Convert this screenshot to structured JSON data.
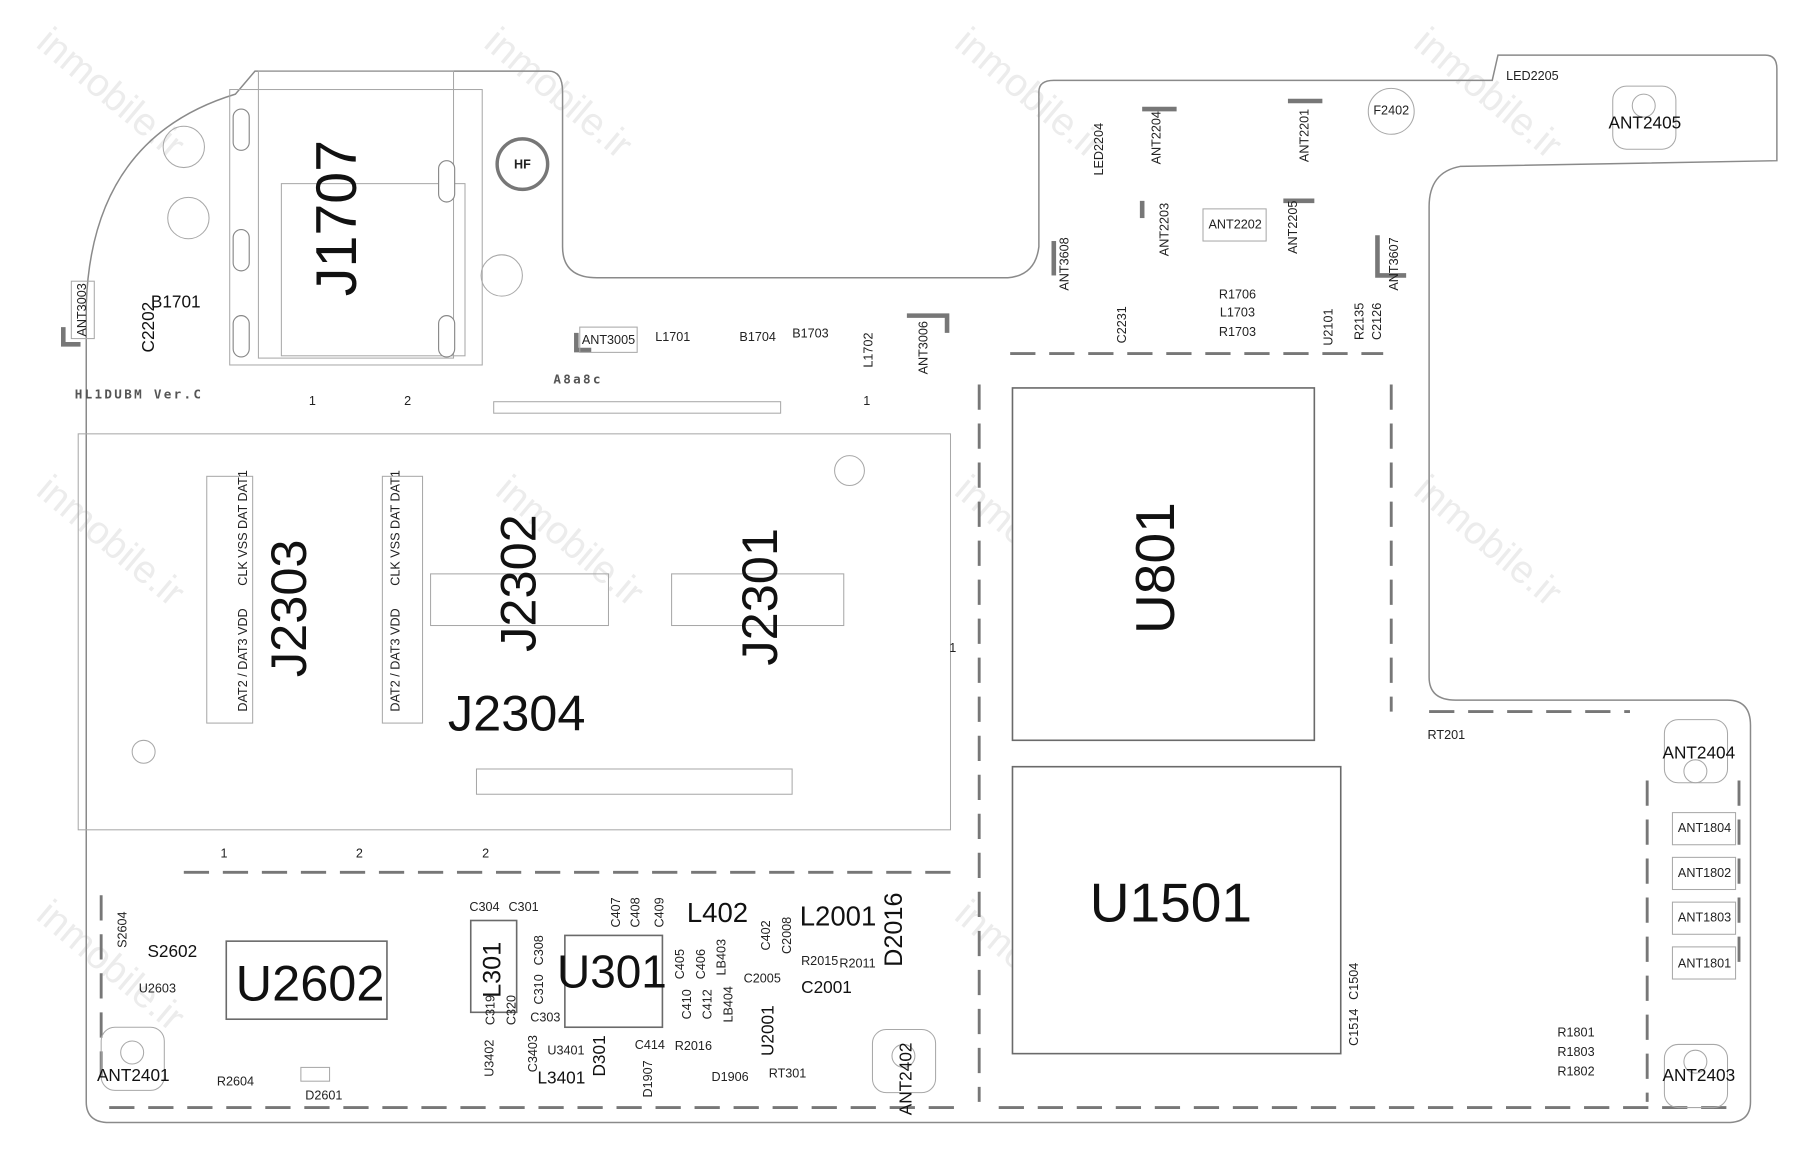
{
  "board": {
    "version": "HL1DUBM Ver.C",
    "marking": "A8a8c",
    "hf": "HF",
    "watermark": "inmobile.ir"
  },
  "big": {
    "j1707": "J1707",
    "j2303": "J2303",
    "j2302": "J2302",
    "j2301": "J2301",
    "j2304": "J2304",
    "u801": "U801",
    "u1501": "U1501",
    "u2602": "U2602",
    "u301": "U301",
    "l402": "L402",
    "l2001": "L2001",
    "d2016": "D2016",
    "l301": "L301"
  },
  "ant": {
    "ant2405": "ANT2405",
    "ant2404": "ANT2404",
    "ant2403": "ANT2403",
    "ant2401": "ANT2401",
    "ant2402": "ANT2402",
    "ant3003": "ANT3003",
    "ant3005": "ANT3005",
    "ant3006": "ANT3006",
    "ant3608": "ANT3608",
    "ant2204": "ANT2204",
    "ant2203": "ANT2203",
    "ant2202": "ANT2202",
    "ant2201": "ANT2201",
    "ant2205": "ANT2205",
    "ant3607": "ANT3607",
    "ant1804": "ANT1804",
    "ant1802": "ANT1802",
    "ant1803": "ANT1803",
    "ant1801": "ANT1801"
  },
  "parts": [
    "LED2205",
    "F2402",
    "LED2204",
    "B1701",
    "C2202",
    "L1701",
    "B1704",
    "B1703",
    "L1702",
    "R1706",
    "L1703",
    "R1703",
    "C2231",
    "U2101",
    "R2135",
    "C2126",
    "S2602",
    "U2603",
    "R2604",
    "D2601",
    "C304",
    "C301",
    "C308",
    "C310",
    "C303",
    "C319",
    "C320",
    "U3402",
    "C3403",
    "U3401",
    "L3401",
    "D301",
    "C414",
    "D1907",
    "R2016",
    "D1906",
    "RT301",
    "U2001",
    "C2005",
    "C2001",
    "R2015",
    "R2011",
    "C402",
    "C2008",
    "C405",
    "C406",
    "LB403",
    "C410",
    "C412",
    "LB404",
    "C407",
    "C408",
    "C409",
    "RT201",
    "R1801",
    "R1803",
    "R1802",
    "C1514",
    "C1504",
    "S2604"
  ],
  "pins": {
    "one": "1",
    "two": "2"
  },
  "sim_pins": {
    "left": "CLK VSS DAT DAT1",
    "left2": "DAT2 / DAT3 VDD"
  }
}
